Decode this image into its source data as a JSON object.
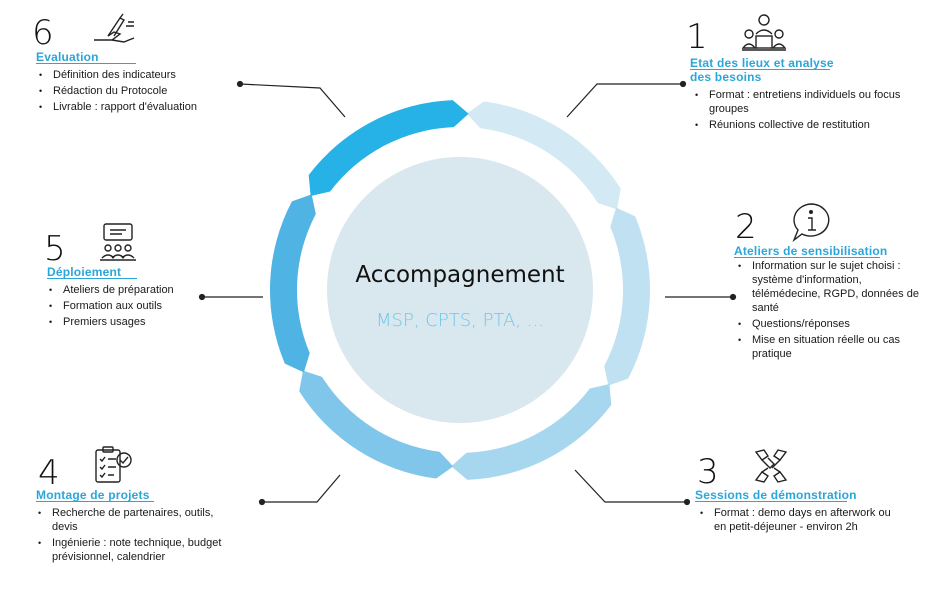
{
  "center": {
    "title": "Accompagnement",
    "subtitle": "MSP, CPTS, PTA, ..."
  },
  "colors": {
    "seg1": "#d3e9f3",
    "seg2": "#bfe1f1",
    "seg3": "#a6d7ef",
    "seg4": "#7fc6ea",
    "seg5": "#4fb3e4",
    "seg6": "#26b2e7",
    "title": "#2ba6d9",
    "hub": "#d9e7ef"
  },
  "steps": [
    {
      "number": "1",
      "icon": "team-meeting-icon",
      "title": "Etat des lieux et analyse des besoins",
      "items": [
        "Format : entretiens individuels ou focus groupes",
        "Réunions collective de restitution"
      ]
    },
    {
      "number": "2",
      "icon": "info-bubble-icon",
      "title": "Ateliers de sensibilisation",
      "items": [
        "Information sur le sujet choisi : système d'information, télémédecine, RGPD, données de santé",
        "Questions/réponses",
        "Mise en situation réelle ou cas pratique"
      ]
    },
    {
      "number": "3",
      "icon": "handshake-icon",
      "title": "Sessions de démonstration",
      "items": [
        "Format : demo days en afterwork ou en petit-déjeuner - environ 2h"
      ]
    },
    {
      "number": "4",
      "icon": "checklist-icon",
      "title": "Montage de projets",
      "items": [
        "Recherche de partenaires, outils, devis",
        "Ingénierie : note technique, budget prévisionnel, calendrier"
      ]
    },
    {
      "number": "5",
      "icon": "presentation-icon",
      "title": "Déploiement",
      "items": [
        "Ateliers de préparation",
        "Formation aux outils",
        "Premiers usages"
      ]
    },
    {
      "number": "6",
      "icon": "signing-hand-icon",
      "title": "Evaluation",
      "items": [
        "Définition des indicateurs",
        "Rédaction du Protocole",
        "Livrable : rapport d'évaluation"
      ]
    }
  ]
}
